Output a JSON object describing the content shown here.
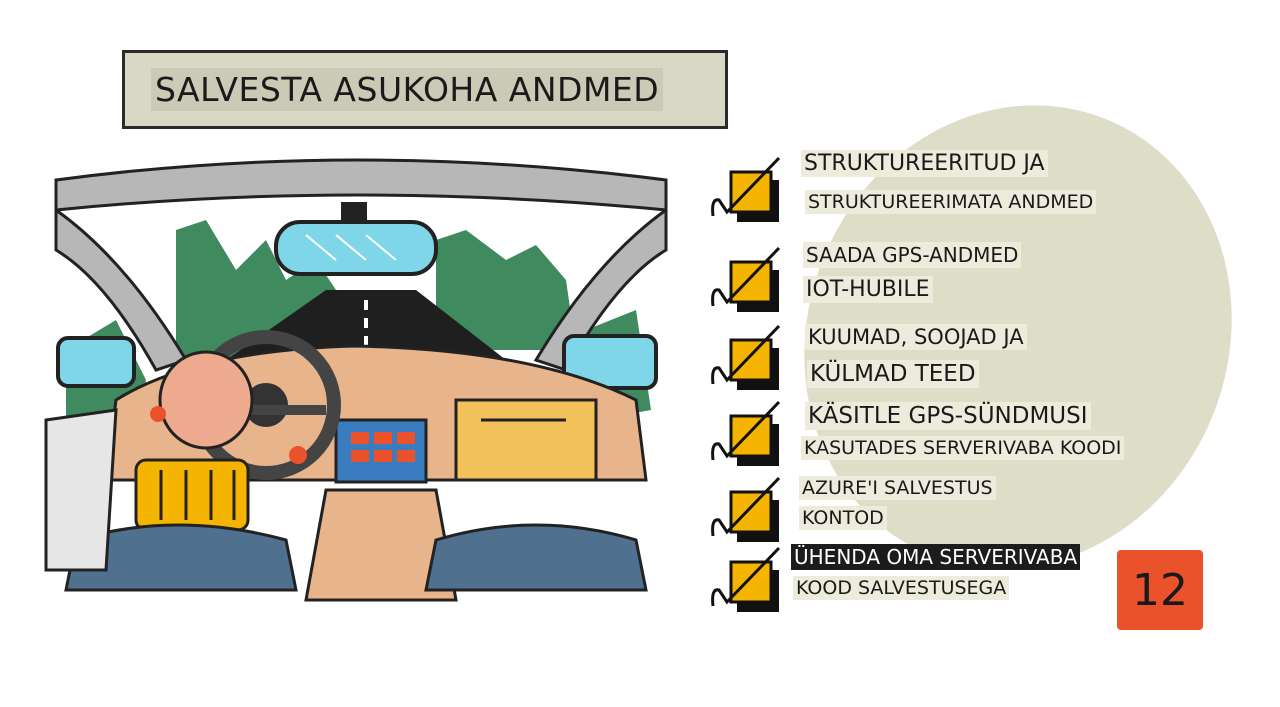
{
  "title": "SALVESTA ASUKOHA ANDMED",
  "checklist": [
    {
      "line1": "STRUKTUREERITUD JA",
      "line2": "STRUKTUREERIMATA ANDMED"
    },
    {
      "line1": "SAADA GPS-ANDMED",
      "line2": "IOT-HUBILE"
    },
    {
      "line1": "KUUMAD, SOOJAD JA",
      "line2": "KÜLMAD TEED"
    },
    {
      "line1": "KÄSITLE GPS-SÜNDMUSI",
      "line2": "KASUTADES SERVERIVABA KOODI"
    },
    {
      "line1": "AZURE'I SALVESTUS",
      "line2": "KONTOD"
    },
    {
      "line1": "ÜHENDA OMA SERVERIVABA",
      "line2": "KOOD SALVESTUSEGA"
    }
  ],
  "lesson_number": "12",
  "colors": {
    "checkbox": "#f5b400",
    "badge": "#e9522a",
    "blob": "#deddc8",
    "dashboard": "#e8b48c"
  }
}
